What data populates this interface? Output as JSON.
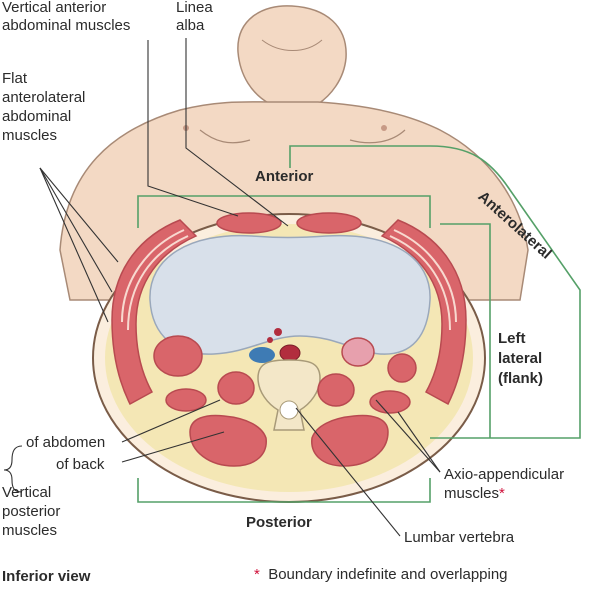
{
  "labels": {
    "vertical_anterior_1": "Vertical anterior",
    "vertical_anterior_2": "abdominal muscles",
    "linea_alba_1": "Linea",
    "linea_alba_2": "alba",
    "flat_1": "Flat",
    "flat_2": "anterolateral",
    "flat_3": "abdominal",
    "flat_4": "muscles",
    "anterior": "Anterior",
    "anterolateral": "Anterolateral",
    "left_1": "Left",
    "left_2": "lateral",
    "left_3": "(flank)",
    "of_abdomen": "of abdomen",
    "of_back": "of back",
    "vertical_posterior_1": "Vertical",
    "vertical_posterior_2": "posterior",
    "vertical_posterior_3": "muscles",
    "axio_1": "Axio-appendicular",
    "axio_2": "muscles",
    "asterisk": "*",
    "posterior": "Posterior",
    "lumbar": "Lumbar vertebra",
    "inferior_view": "Inferior view",
    "footnote_star": "*",
    "footnote": "Boundary indefinite and overlapping"
  },
  "colors": {
    "skin": "#f3d9c4",
    "skin_line": "#a88a76",
    "muscle": "#d9656a",
    "muscle_dark": "#b84a50",
    "cavity": "#d8e0ea",
    "bracket": "#55a068",
    "fat": "#f4e7b5",
    "bone": "#f3e7c8",
    "vessel_blue": "#3e7bb4"
  }
}
